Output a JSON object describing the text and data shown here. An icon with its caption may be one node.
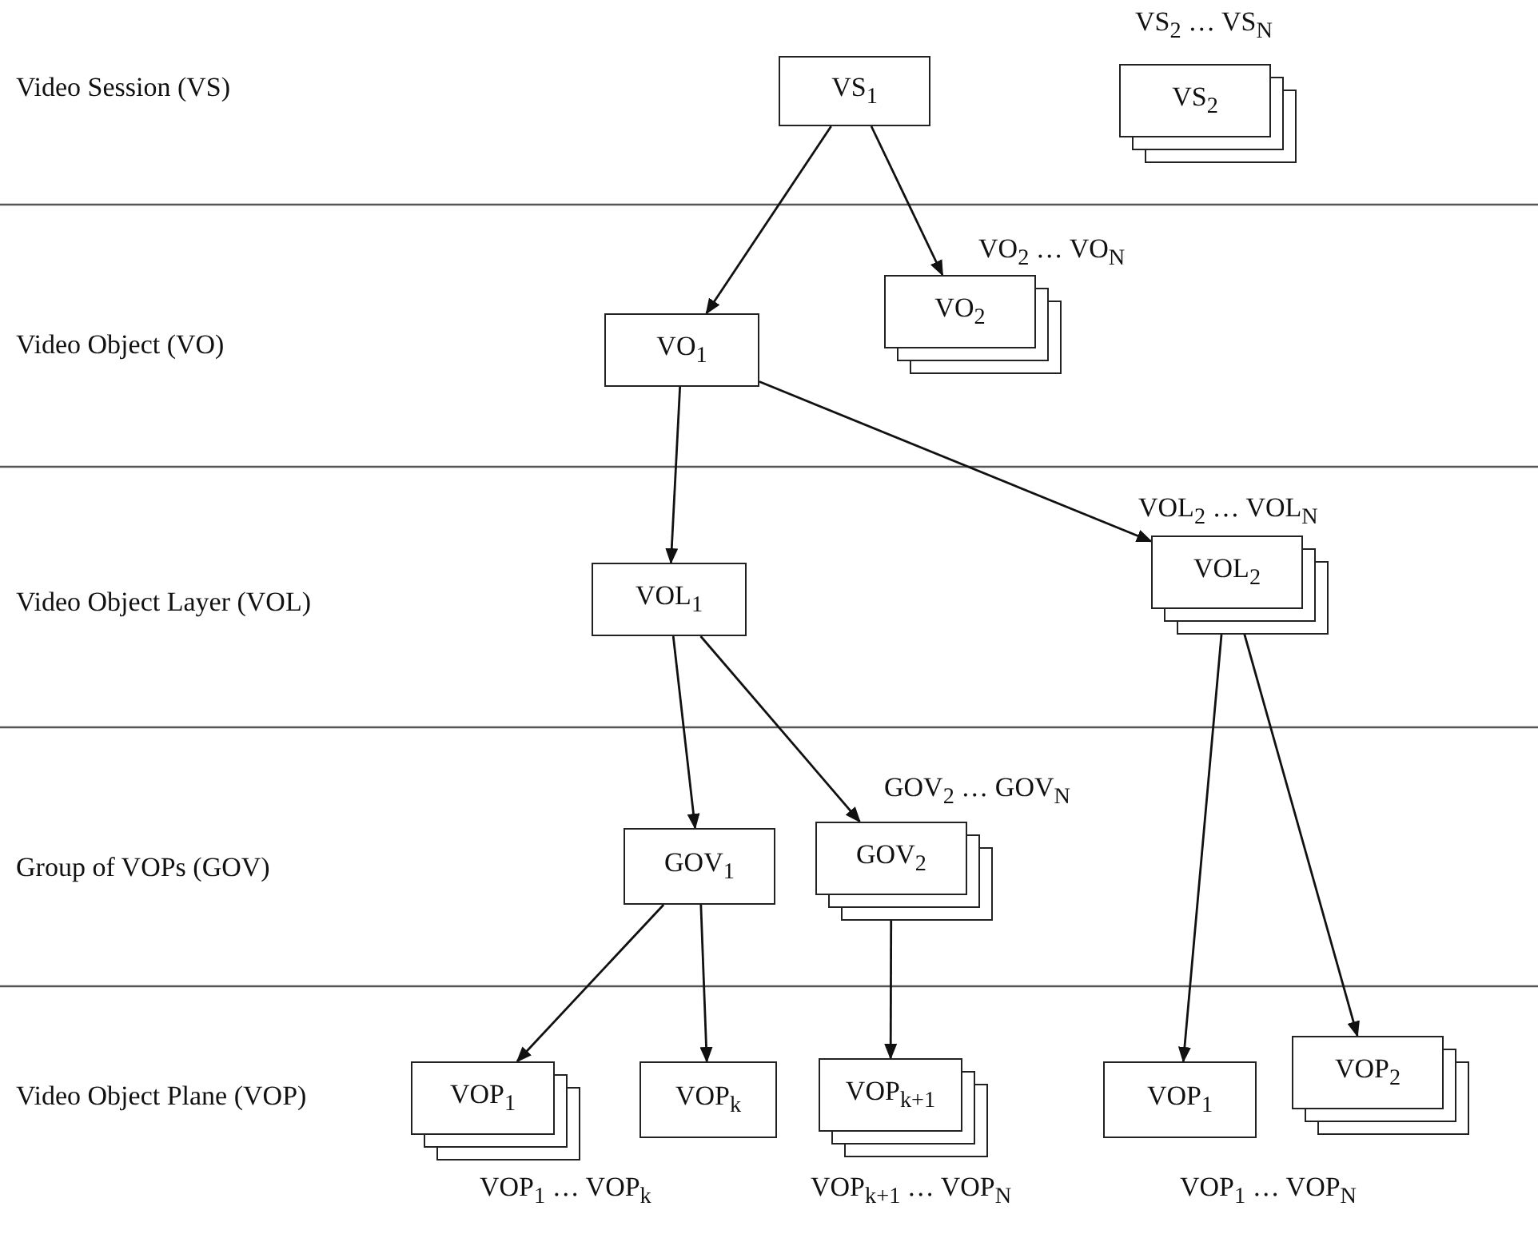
{
  "diagram": {
    "nodes": [
      {
        "text": [
          "VS$_{1}$"
        ]
      },
      {
        "text": [
          "VS$_{2}$"
        ],
        "beside": [
          "VS$_{2}$ … VS$_{N}$"
        ]
      },
      {
        "text": [
          "VO$_{1}$"
        ]
      },
      {
        "text": [
          "VO$_{2}$"
        ],
        "beside": [
          "VO$_{2}$ … VO$_{N}$"
        ]
      },
      {
        "text": [
          "VOL$_{1}$"
        ]
      },
      {
        "text": [
          "VOL$_{2}$"
        ],
        "beside": [
          "VOL$_{2}$ … VOL$_{N}$"
        ]
      },
      {
        "text": [
          "GOV$_{1}$"
        ]
      },
      {
        "text": [
          "GOV$_{2}$"
        ],
        "beside": [
          "GOV$_{2}$ … GOV$_{N}$"
        ]
      },
      {
        "text": [
          "VOP$_{1}$"
        ]
      },
      {
        "text": [
          "VOP$_{k}$"
        ]
      },
      {
        "text": [
          "VOP$_{k+1}$"
        ]
      },
      {
        "text": [
          "VOP$_{1}$"
        ]
      },
      {
        "text": [
          "VOP$_{2}$"
        ]
      }
    ],
    "edges": [
      {
        "from": 0,
        "to": 2,
        "arrow": "to"
      },
      {
        "from": 0,
        "to": 3,
        "arrow": "to"
      },
      {
        "from": 2,
        "to": 4,
        "arrow": "to"
      },
      {
        "from": 2,
        "to": 5,
        "arrow": "to"
      },
      {
        "from": 4,
        "to": 6,
        "arrow": "to"
      },
      {
        "from": 4,
        "to": 7,
        "arrow": "to"
      },
      {
        "from": 6,
        "to": 8,
        "arrow": "to"
      },
      {
        "from": 6,
        "to": 9,
        "arrow": "to"
      },
      {
        "from": 7,
        "to": 10,
        "arrow": "to"
      },
      {
        "from": 5,
        "to": 11,
        "arrow": "to"
      },
      {
        "from": 5,
        "to": 12,
        "arrow": "to"
      }
    ],
    "labels": [
      "Video Session (VS)",
      "Video Object (VO)",
      "Video Object Layer (VOL)",
      "Group of VOPs (GOV)",
      "Video Object Plane (VOP)",
      "VOP$_{1}$ … VOP$_{k}$",
      "VOP$_{k+1}$ … VOP$_{N}$",
      "VOP$_{1}$ … VOP$_{N}$"
    ]
  }
}
